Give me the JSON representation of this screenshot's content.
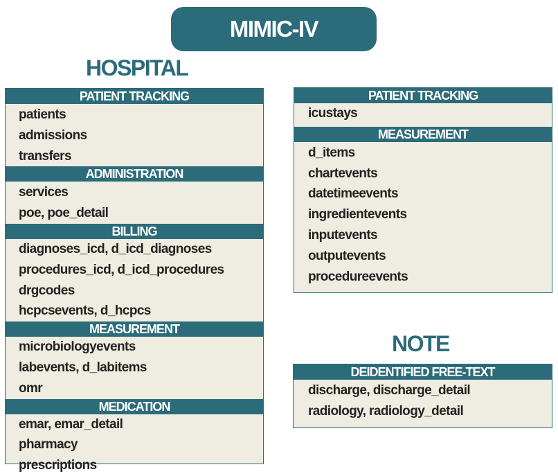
{
  "title": "MIMIC-IV",
  "colors": {
    "accent": "#2b6b7a",
    "panel_bg": "#efede1",
    "text": "#222222"
  },
  "hospital": {
    "title": "HOSPITAL",
    "sections": [
      {
        "header": "PATIENT TRACKING",
        "items": [
          "patients",
          "admissions",
          "transfers"
        ]
      },
      {
        "header": "ADMINISTRATION",
        "items": [
          "services",
          "poe, poe_detail"
        ]
      },
      {
        "header": "BILLING",
        "items": [
          "diagnoses_icd, d_icd_diagnoses",
          "procedures_icd, d_icd_procedures",
          "drgcodes",
          "hcpcsevents, d_hcpcs"
        ]
      },
      {
        "header": "MEASUREMENT",
        "items": [
          "microbiologyevents",
          "labevents, d_labitems",
          "omr"
        ]
      },
      {
        "header": "MEDICATION",
        "items": [
          "emar, emar_detail",
          "pharmacy",
          "prescriptions"
        ]
      }
    ]
  },
  "icu": {
    "sections": [
      {
        "header": "PATIENT TRACKING",
        "items": [
          "icustays"
        ]
      },
      {
        "header": "MEASUREMENT",
        "items": [
          "d_items",
          "chartevents",
          "datetimeevents",
          "ingredientevents",
          "inputevents",
          "outputevents",
          "procedureevents"
        ]
      }
    ]
  },
  "note": {
    "title": "NOTE",
    "sections": [
      {
        "header": "DEIDENTIFIED FREE-TEXT",
        "items": [
          "discharge, discharge_detail",
          "radiology, radiology_detail"
        ]
      }
    ]
  }
}
